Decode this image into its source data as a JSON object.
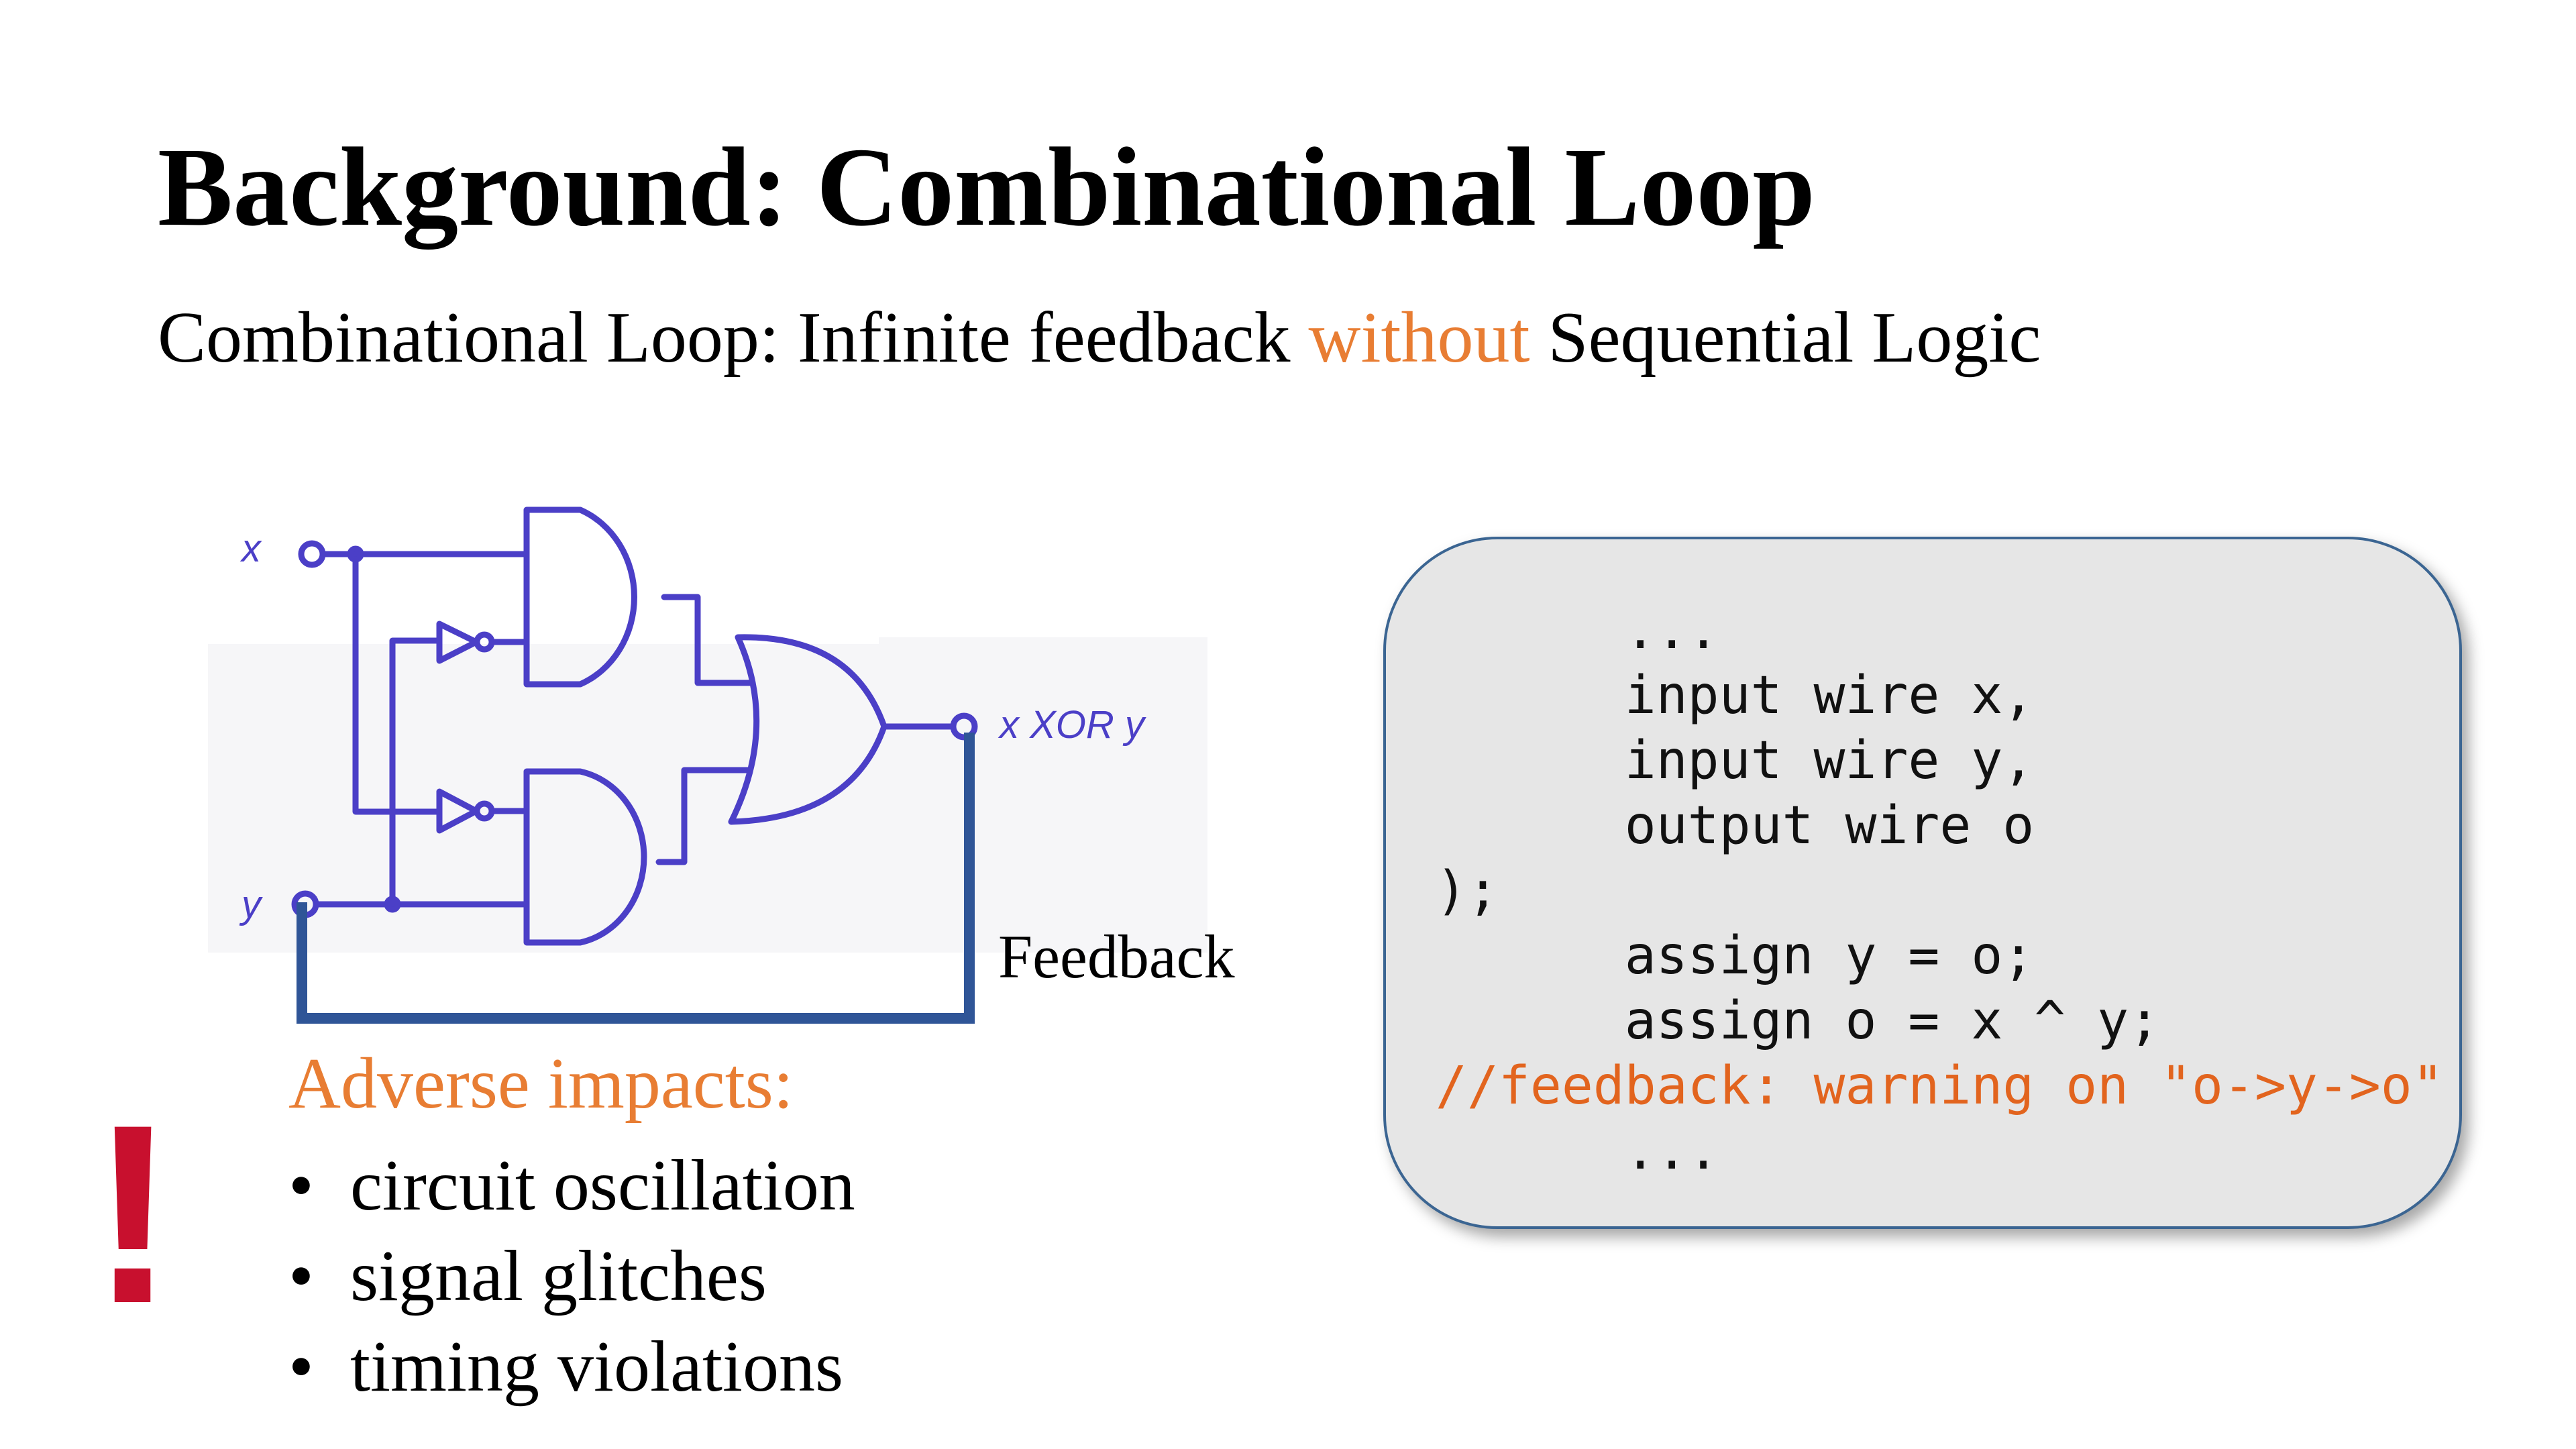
{
  "slide": {
    "title": "Background: Combinational Loop",
    "subtitle": {
      "part1": "Combinational Loop: Infinite feedback ",
      "highlight": "without",
      "part2": " Sequential Logic"
    }
  },
  "diagram": {
    "input_x": "x",
    "input_y": "y",
    "output_label": "x XOR y",
    "feedback_label": "Feedback"
  },
  "impacts": {
    "icon": "exclamation-icon",
    "heading": "Adverse impacts:",
    "bullet": "•",
    "items": [
      "circuit oscillation",
      "signal glitches",
      "timing violations"
    ]
  },
  "code": {
    "lines": [
      "      ...",
      "      input wire x,",
      "      input wire y,",
      "      output wire o",
      ");",
      "      assign y = o;",
      "      assign o = x ^ y;",
      "//feedback: warning on \"o->y->o\"",
      "      ..."
    ],
    "comment_line_index": 7
  },
  "colors": {
    "accent": "#E87D33",
    "warning": "#C8102E",
    "circuit": "#4B3FC7",
    "feedback_wire": "#2F5597",
    "code_border": "#3B6592",
    "code_background": "#E6E6E6"
  }
}
